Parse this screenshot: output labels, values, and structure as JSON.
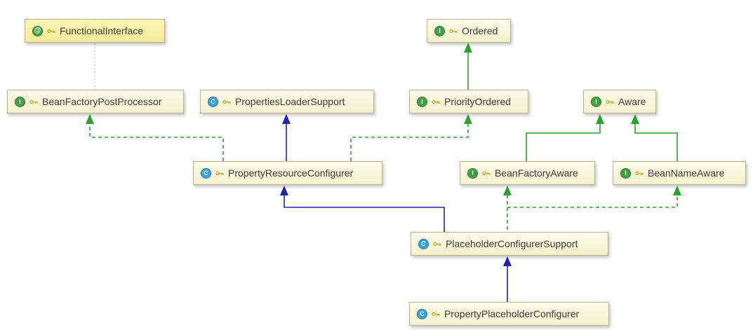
{
  "nodes": [
    {
      "id": "FunctionalInterface",
      "label": "FunctionalInterface",
      "kind": "annotation",
      "icon": "@"
    },
    {
      "id": "BeanFactoryPostProcessor",
      "label": "BeanFactoryPostProcessor",
      "kind": "interface",
      "icon": "I"
    },
    {
      "id": "PropertiesLoaderSupport",
      "label": "PropertiesLoaderSupport",
      "kind": "class",
      "icon": "C"
    },
    {
      "id": "Ordered",
      "label": "Ordered",
      "kind": "interface",
      "icon": "I"
    },
    {
      "id": "PriorityOrdered",
      "label": "PriorityOrdered",
      "kind": "interface",
      "icon": "I"
    },
    {
      "id": "Aware",
      "label": "Aware",
      "kind": "interface",
      "icon": "I"
    },
    {
      "id": "PropertyResourceConfigurer",
      "label": "PropertyResourceConfigurer",
      "kind": "class",
      "icon": "C"
    },
    {
      "id": "BeanFactoryAware",
      "label": "BeanFactoryAware",
      "kind": "interface",
      "icon": "I"
    },
    {
      "id": "BeanNameAware",
      "label": "BeanNameAware",
      "kind": "interface",
      "icon": "I"
    },
    {
      "id": "PlaceholderConfigurerSupport",
      "label": "PlaceholderConfigurerSupport",
      "kind": "class",
      "icon": "C"
    },
    {
      "id": "PropertyPlaceholderConfigurer",
      "label": "PropertyPlaceholderConfigurer",
      "kind": "class",
      "icon": "C"
    }
  ],
  "edges": [
    {
      "from": "BeanFactoryPostProcessor",
      "to": "FunctionalInterface",
      "relation": "annotated-with",
      "style": "dotted-gray"
    },
    {
      "from": "PriorityOrdered",
      "to": "Ordered",
      "relation": "extends",
      "style": "solid-green"
    },
    {
      "from": "PropertyResourceConfigurer",
      "to": "BeanFactoryPostProcessor",
      "relation": "implements",
      "style": "dashed-green"
    },
    {
      "from": "PropertyResourceConfigurer",
      "to": "PropertiesLoaderSupport",
      "relation": "extends",
      "style": "solid-blue"
    },
    {
      "from": "PropertyResourceConfigurer",
      "to": "PriorityOrdered",
      "relation": "implements",
      "style": "dashed-green"
    },
    {
      "from": "BeanFactoryAware",
      "to": "Aware",
      "relation": "extends",
      "style": "solid-green"
    },
    {
      "from": "BeanNameAware",
      "to": "Aware",
      "relation": "extends",
      "style": "solid-green"
    },
    {
      "from": "PlaceholderConfigurerSupport",
      "to": "BeanFactoryAware",
      "relation": "implements",
      "style": "dashed-green"
    },
    {
      "from": "PlaceholderConfigurerSupport",
      "to": "BeanNameAware",
      "relation": "implements",
      "style": "dashed-green"
    },
    {
      "from": "PlaceholderConfigurerSupport",
      "to": "PropertyResourceConfigurer",
      "relation": "extends",
      "style": "solid-blue"
    },
    {
      "from": "PropertyPlaceholderConfigurer",
      "to": "PlaceholderConfigurerSupport",
      "relation": "extends",
      "style": "solid-blue"
    }
  ],
  "colors": {
    "extends_class_edge": "#2323a8",
    "interface_edge": "#2ea02e",
    "annotation_edge": "#c6c6c6",
    "node_fill_top": "#fdfbe9",
    "node_fill_bottom": "#f5f1cd",
    "node_border": "#b5b28c"
  }
}
